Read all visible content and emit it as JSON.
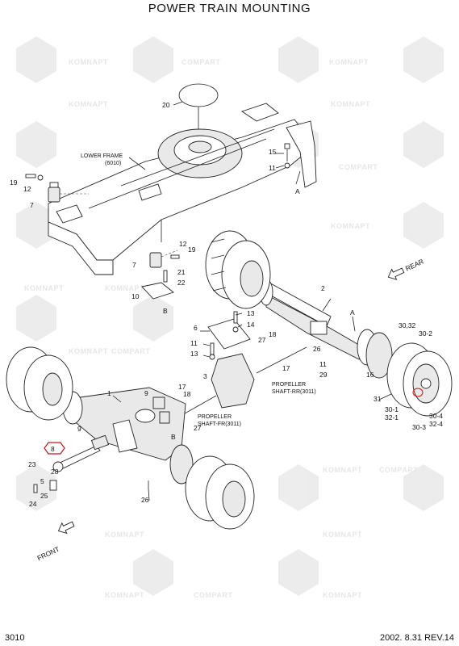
{
  "title": "POWER TRAIN MOUNTING",
  "page_number": "3010",
  "revision": "2002. 8.31 REV.14",
  "watermark": {
    "logo_left": "KOMNAPT",
    "logo_right": "COMPART"
  },
  "annotations": {
    "lower_frame": [
      "LOWER FRAME",
      "(6010)"
    ],
    "propeller_rr": [
      "PROPELLER",
      "SHAFT-RR(3011)"
    ],
    "propeller_fr": [
      "PROPELLER",
      "SHAFT-FR(3011)"
    ],
    "rear": "REAR",
    "front": "FRONT"
  },
  "callouts": {
    "c20": "20",
    "c15": "15",
    "c11a": "11",
    "cA1": "A",
    "c19a": "19",
    "c12a": "12",
    "c7a": "7",
    "c12b": "12",
    "c19b": "19",
    "c7b": "7",
    "c21": "21",
    "c22": "22",
    "c10": "10",
    "cB1": "B",
    "c2": "2",
    "c13a": "13",
    "c14": "14",
    "c6": "6",
    "c11b": "11",
    "c13b": "13",
    "c27a": "27",
    "c18a": "18",
    "c17a": "17",
    "c26a": "26",
    "cA2": "A",
    "c11c": "11",
    "c29": "29",
    "c16": "16",
    "c3": "3",
    "c3032": "30,32",
    "c302": "30-2",
    "c31": "31",
    "c301": "30-1",
    "c321": "32-1",
    "c304": "30-4",
    "c324": "32-4",
    "c303": "30-3",
    "c1": "1",
    "c9a": "9",
    "c17b": "17",
    "c18b": "18",
    "c9b": "9",
    "c27b": "27",
    "cB2": "B",
    "c8": "8",
    "c23": "23",
    "c28": "28",
    "c5": "5",
    "c24": "24",
    "c25": "25",
    "c26b": "26"
  },
  "colors": {
    "highlight": "#d01010",
    "watermark": "#d8d8d8",
    "line": "#222222"
  }
}
